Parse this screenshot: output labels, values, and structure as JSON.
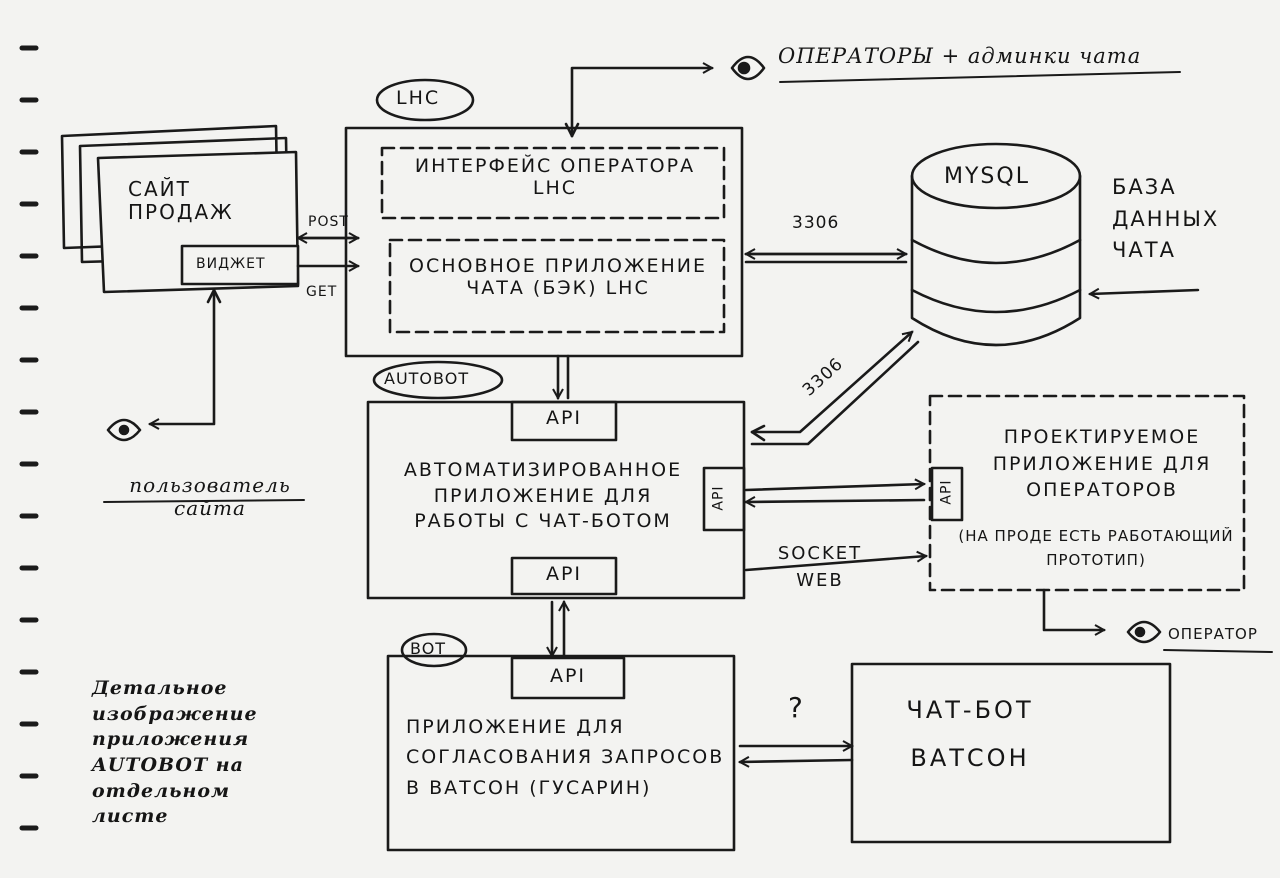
{
  "labels": {
    "operators_admin": "ОПЕРАТОРЫ + админки чата",
    "lhc_tag": "LHC",
    "sales_site": "САЙТ ПРОДАЖ",
    "widget": "ВИДЖЕТ",
    "post": "POST",
    "get": "GET",
    "operator_interface": "ИНТЕРФЕЙС ОПЕРАТОРА LHC",
    "main_app": "ОСНОВНОЕ ПРИЛОЖЕНИЕ ЧАТА (БЭК) LHC",
    "mysql": "MYSQL",
    "chat_db": "БАЗА ДАННЫХ ЧАТА",
    "port_top": "3306",
    "port_diag": "3306",
    "site_user": "пользователь сайта",
    "autobot_tag": "AUTOBOT",
    "api_top": "API",
    "automated_app": "АВТОМАТИЗИРОВАННОЕ ПРИЛОЖЕНИЕ ДЛЯ РАБОТЫ С ЧАТ-БОТОМ",
    "api_side": "API",
    "api_bottom": "API",
    "socket_web": "SOCKET WEB",
    "designed_app": "ПРОЕКТИРУЕМОЕ ПРИЛОЖЕНИЕ ДЛЯ ОПЕРАТОРОВ",
    "prototype_note": "(НА ПРОДЕ ЕСТЬ РАБОТАЮЩИЙ ПРОТОТИП)",
    "api_designed": "API",
    "operator": "ОПЕРАТОР",
    "bot_tag": "BOT",
    "api_bot": "API",
    "bot_app": "ПРИЛОЖЕНИЕ ДЛЯ СОГЛАСОВАНИЯ ЗАПРОСОВ В ВАТСОН (ГУСАРИН)",
    "question": "?",
    "chatbot": "ЧАТ-БОТ ВАТСОН",
    "detail_note": "Детальное изображение приложения AUTOBOT на отдельном листе"
  }
}
